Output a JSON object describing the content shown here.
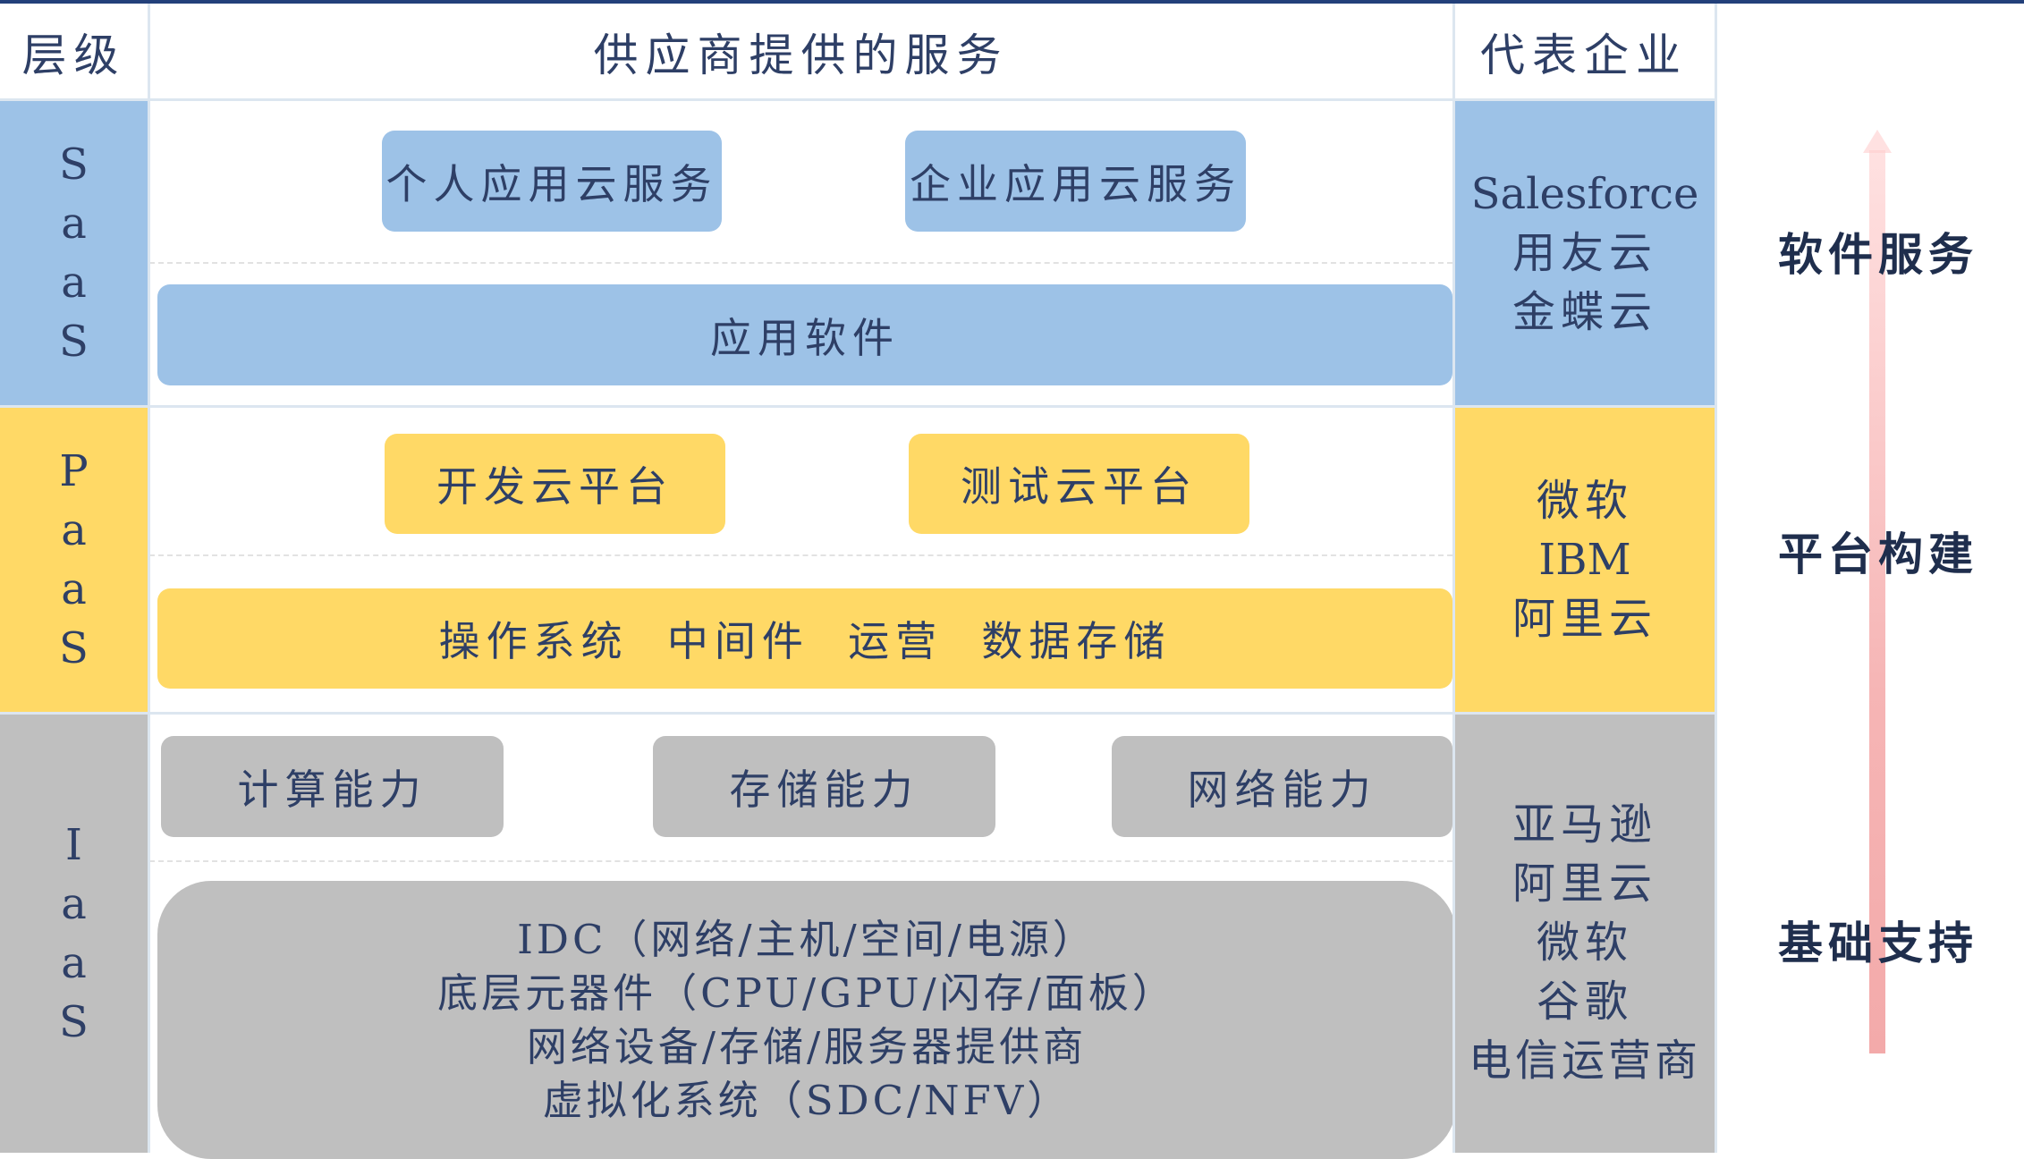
{
  "header": {
    "level": "层级",
    "services": "供应商提供的服务",
    "companies": "代表企业"
  },
  "layers": {
    "saas": {
      "letters": [
        "S",
        "a",
        "a",
        "S"
      ],
      "services_top": [
        "个人应用云服务",
        "企业应用云服务"
      ],
      "service_wide": "应用软件",
      "companies": [
        "Salesforce",
        "用友云",
        "金蝶云"
      ],
      "color": "#9dc2e7"
    },
    "paas": {
      "letters": [
        "P",
        "a",
        "a",
        "S"
      ],
      "services_top": [
        "开发云平台",
        "测试云平台"
      ],
      "service_wide": "操作系统  中间件  运营  数据存储",
      "companies": [
        "微软",
        "IBM",
        "阿里云"
      ],
      "color": "#ffd966"
    },
    "iaas": {
      "letters": [
        "I",
        "a",
        "a",
        "S"
      ],
      "services_top": [
        "计算能力",
        "存储能力",
        "网络能力"
      ],
      "service_lines": [
        "IDC（网络/主机/空间/电源）",
        "底层元器件（CPU/GPU/闪存/面板）",
        "网络设备/存储/服务器提供商",
        "虚拟化系统（SDC/NFV）"
      ],
      "companies": [
        "亚马逊",
        "阿里云",
        "微软",
        "谷歌",
        "电信运营商"
      ],
      "color": "#bfbfbf"
    }
  },
  "stages": [
    "软件服务",
    "平台构建",
    "基础支持"
  ],
  "arrow_color": "#f3aaaa"
}
